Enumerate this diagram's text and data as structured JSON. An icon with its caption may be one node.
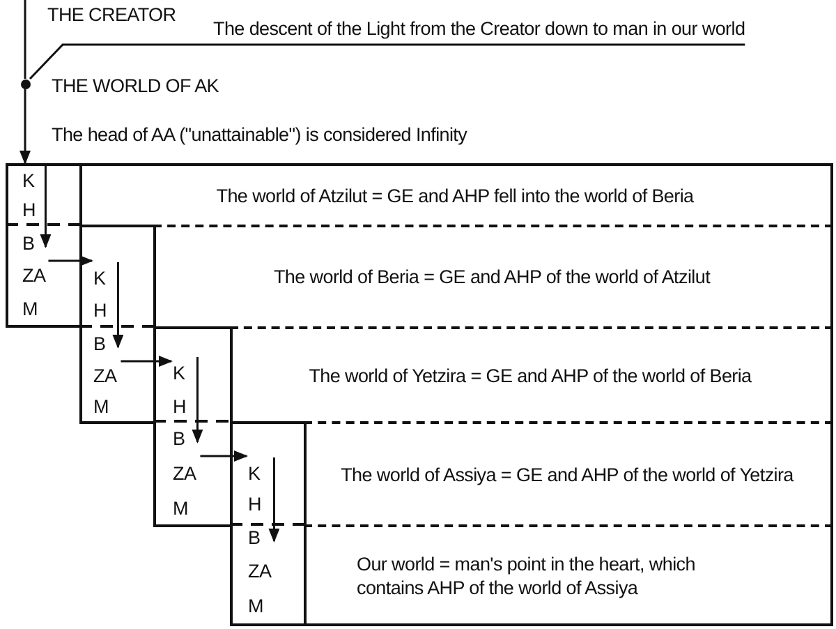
{
  "diagram": {
    "nodes": [
      {
        "text": [
          "The descent of the Light from the Creator down to man in our world"
        ]
      },
      {
        "text": [],
        "shape": "circle",
        "beside": [
          "THE WORLD OF AK"
        ]
      },
      {
        "text": [
          "The world of Atzilut = GE and AHP fell into the world of Beria"
        ]
      },
      {
        "text": [],
        "shape": "box"
      },
      {
        "text": [
          "K"
        ],
        "in": 3
      },
      {
        "text": [
          "H"
        ],
        "in": 3
      },
      {
        "text": [
          "B"
        ],
        "in": 3
      },
      {
        "text": [
          "ZA"
        ],
        "in": 3
      },
      {
        "text": [
          "M"
        ],
        "in": 3
      },
      {
        "text": [
          "The world of Beria = GE and AHP of the world of Atzilut"
        ]
      },
      {
        "text": [],
        "shape": "box"
      },
      {
        "text": [
          "K"
        ],
        "in": 10
      },
      {
        "text": [
          "H"
        ],
        "in": 10
      },
      {
        "text": [
          "B"
        ],
        "in": 10
      },
      {
        "text": [
          "ZA"
        ],
        "in": 10
      },
      {
        "text": [
          "M"
        ],
        "in": 10
      },
      {
        "text": [
          "The world of Yetzira = GE and AHP of the world of Beria"
        ]
      },
      {
        "text": [],
        "shape": "box"
      },
      {
        "text": [
          "K"
        ],
        "in": 17
      },
      {
        "text": [
          "H"
        ],
        "in": 17
      },
      {
        "text": [
          "B"
        ],
        "in": 17
      },
      {
        "text": [
          "ZA"
        ],
        "in": 17
      },
      {
        "text": [
          "M"
        ],
        "in": 17
      },
      {
        "text": [
          "The world of Assiya = GE and AHP of the world of Yetzira"
        ]
      },
      {
        "text": [],
        "shape": "box"
      },
      {
        "text": [
          "K"
        ],
        "in": 24
      },
      {
        "text": [
          "H"
        ],
        "in": 24
      },
      {
        "text": [
          "B"
        ],
        "in": 24
      },
      {
        "text": [
          "ZA"
        ],
        "in": 24
      },
      {
        "text": [
          "M"
        ],
        "in": 24
      },
      {
        "text": [
          "Our world = man's point in the heart, which contains AHP of the world of Assiya"
        ]
      }
    ],
    "edges": [
      {
        "from": 0,
        "to": 1,
        "arrow": "none"
      },
      {
        "from": null,
        "to": 1,
        "arrow": "none"
      },
      {
        "from": 1,
        "to": 3,
        "arrow": "to"
      },
      {
        "from": 4,
        "to": 6,
        "arrow": "to"
      },
      {
        "from": 6,
        "to": 11,
        "arrow": "to"
      },
      {
        "from": 11,
        "to": 13,
        "arrow": "to"
      },
      {
        "from": 13,
        "to": 18,
        "arrow": "to"
      },
      {
        "from": 18,
        "to": 20,
        "arrow": "to"
      },
      {
        "from": 20,
        "to": 25,
        "arrow": "to"
      },
      {
        "from": 25,
        "to": 27,
        "arrow": "to"
      }
    ],
    "labels": [
      "THE CREATOR",
      "The head of AA (\"unattainable\") is considered Infinity"
    ]
  }
}
